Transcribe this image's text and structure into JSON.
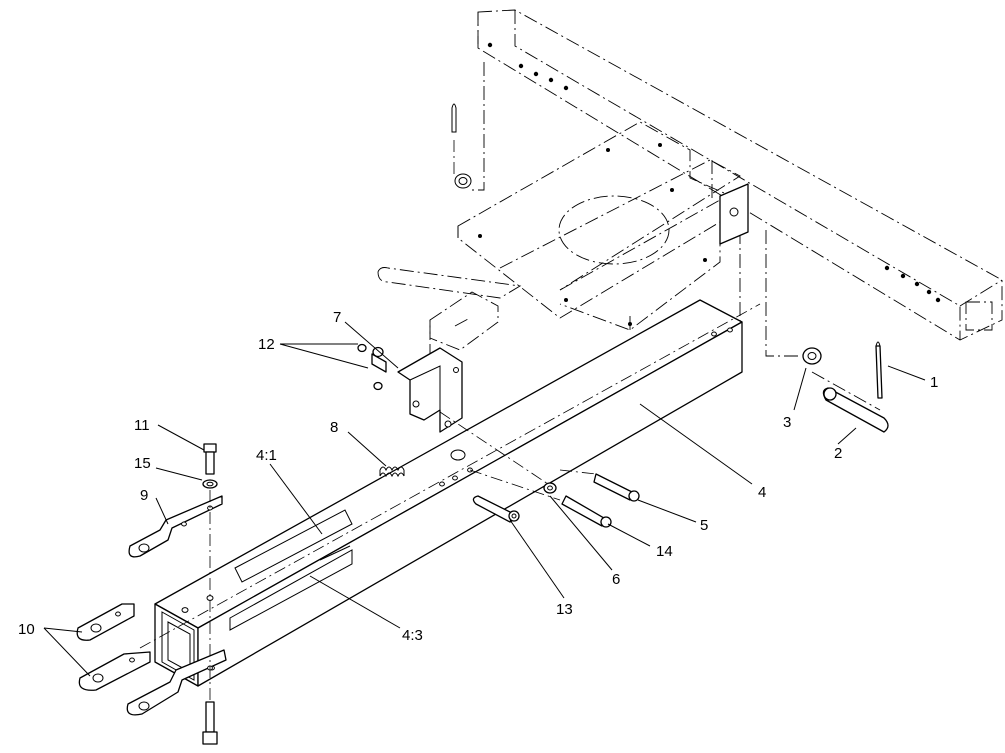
{
  "callouts": [
    {
      "id": "c1",
      "text": "1"
    },
    {
      "id": "c2",
      "text": "2"
    },
    {
      "id": "c3",
      "text": "3"
    },
    {
      "id": "c4",
      "text": "4"
    },
    {
      "id": "c4-1",
      "text": "4:1"
    },
    {
      "id": "c4-3",
      "text": "4:3"
    },
    {
      "id": "c5",
      "text": "5"
    },
    {
      "id": "c6",
      "text": "6"
    },
    {
      "id": "c7",
      "text": "7"
    },
    {
      "id": "c8",
      "text": "8"
    },
    {
      "id": "c9",
      "text": "9"
    },
    {
      "id": "c10",
      "text": "10"
    },
    {
      "id": "c11",
      "text": "11"
    },
    {
      "id": "c12",
      "text": "12"
    },
    {
      "id": "c13",
      "text": "13"
    },
    {
      "id": "c14",
      "text": "14"
    },
    {
      "id": "c15",
      "text": "15"
    }
  ]
}
